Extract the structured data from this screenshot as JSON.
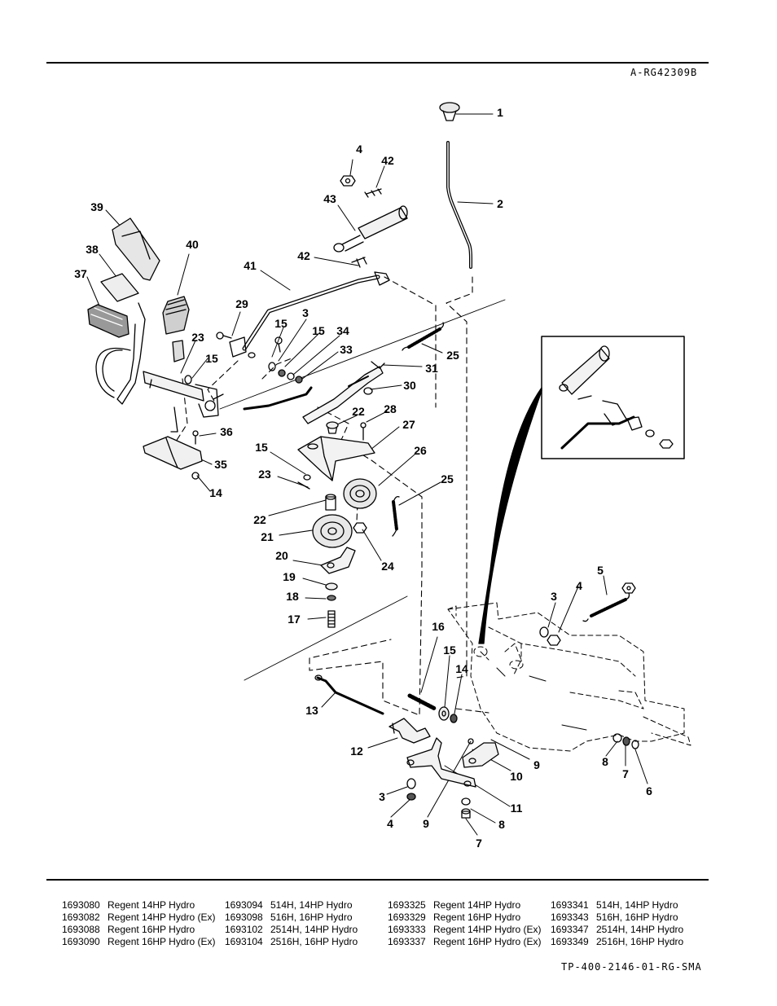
{
  "header": {
    "drawing_id": "A-RG42309B"
  },
  "footer": {
    "doc_id": "TP-400-2146-01-RG-SMA"
  },
  "callouts": [
    "1",
    "2",
    "4",
    "42",
    "43",
    "39",
    "40",
    "38",
    "37",
    "41",
    "42",
    "29",
    "3",
    "15",
    "15",
    "34",
    "33",
    "23",
    "15",
    "25",
    "31",
    "30",
    "22",
    "28",
    "36",
    "27",
    "35",
    "15",
    "26",
    "14",
    "23",
    "25",
    "22",
    "21",
    "24",
    "20",
    "19",
    "18",
    "17",
    "5",
    "3",
    "4",
    "16",
    "15",
    "14",
    "13",
    "12",
    "9",
    "10",
    "8",
    "7",
    "6",
    "3",
    "4",
    "9",
    "11",
    "8",
    "7"
  ],
  "models": [
    [
      {
        "pn": "1693080",
        "desc": "Regent 14HP Hydro"
      },
      {
        "pn": "1693082",
        "desc": "Regent 14HP Hydro (Ex)"
      },
      {
        "pn": "1693088",
        "desc": "Regent 16HP Hydro"
      },
      {
        "pn": "1693090",
        "desc": "Regent 16HP Hydro (Ex)"
      }
    ],
    [
      {
        "pn": "1693094",
        "desc": "514H, 14HP Hydro"
      },
      {
        "pn": "1693098",
        "desc": "516H, 16HP Hydro"
      },
      {
        "pn": "1693102",
        "desc": "2514H, 14HP Hydro"
      },
      {
        "pn": "1693104",
        "desc": "2516H, 16HP Hydro"
      }
    ],
    [
      {
        "pn": "1693325",
        "desc": "Regent 14HP Hydro"
      },
      {
        "pn": "1693329",
        "desc": "Regent 16HP Hydro"
      },
      {
        "pn": "1693333",
        "desc": "Regent 14HP Hydro (Ex)"
      },
      {
        "pn": "1693337",
        "desc": "Regent 16HP Hydro (Ex)"
      }
    ],
    [
      {
        "pn": "1693341",
        "desc": "514H, 14HP Hydro"
      },
      {
        "pn": "1693343",
        "desc": "516H, 16HP Hydro"
      },
      {
        "pn": "1693347",
        "desc": "2514H, 14HP Hydro"
      },
      {
        "pn": "1693349",
        "desc": "2516H, 16HP Hydro"
      }
    ]
  ]
}
